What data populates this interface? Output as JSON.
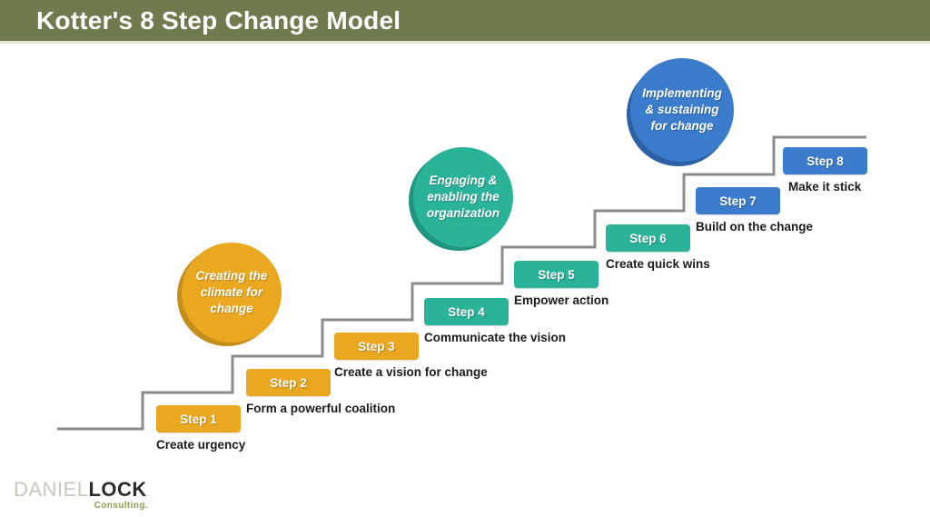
{
  "slide": {
    "title": "Kotter's 8 Step Change Model"
  },
  "phases": [
    {
      "id": "climate",
      "label": "Creating the climate for change",
      "color": "#EAA821",
      "shadow": "#C48E1A"
    },
    {
      "id": "engage",
      "label": "Engaging & enabling the organization",
      "color": "#2BB39A",
      "shadow": "#1E9580"
    },
    {
      "id": "implement",
      "label": "Implementing & sustaining for change",
      "color": "#3B7CCC",
      "shadow": "#2C5FA3"
    }
  ],
  "steps": [
    {
      "badge": "Step 1",
      "label": "Create urgency",
      "phase": "climate"
    },
    {
      "badge": "Step 2",
      "label": "Form a powerful coalition",
      "phase": "climate"
    },
    {
      "badge": "Step 3",
      "label": "Create a vision for change",
      "phase": "climate"
    },
    {
      "badge": "Step 4",
      "label": "Communicate the vision",
      "phase": "engage"
    },
    {
      "badge": "Step 5",
      "label": "Empower action",
      "phase": "engage"
    },
    {
      "badge": "Step 6",
      "label": "Create quick wins",
      "phase": "engage"
    },
    {
      "badge": "Step 7",
      "label": "Build on the change",
      "phase": "implement"
    },
    {
      "badge": "Step 8",
      "label": "Make it stick",
      "phase": "implement"
    }
  ],
  "logo": {
    "name_light": "DANIEL",
    "name_bold": "LOCK",
    "tagline": "Consulting."
  },
  "colors": {
    "header_bg": "#6F7A4E",
    "header_underline": "#E4E7D5",
    "stair_line": "#8C8C8C",
    "step_label_text": "#1B1B1B",
    "badge_text": "#FFFFFF"
  }
}
